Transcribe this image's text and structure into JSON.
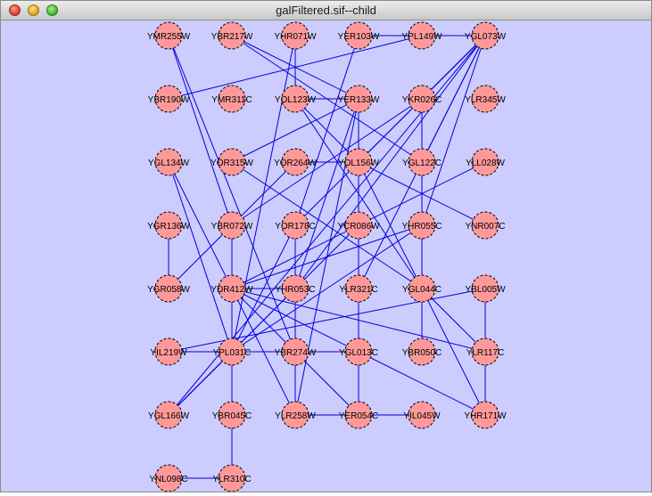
{
  "window": {
    "title": "galFiltered.sif--child",
    "controls": [
      {
        "name": "close-button",
        "icon": "close-icon",
        "color": "#e0443a"
      },
      {
        "name": "minimize-button",
        "icon": "minimize-icon",
        "color": "#e0a92a"
      },
      {
        "name": "zoom-button",
        "icon": "zoom-icon",
        "color": "#4bb63a"
      }
    ]
  },
  "colors": {
    "background": "#ccccff",
    "node_fill": "#ff9999",
    "node_stroke": "#000000",
    "edge": "#0000dd"
  },
  "network": {
    "nodes": [
      "YMR255W",
      "YBR217W",
      "YHR071W",
      "YER103W",
      "YPL149W",
      "YGL073W",
      "YBR190W",
      "YMR311C",
      "YOL123W",
      "YER133W",
      "YKR026C",
      "YLR345W",
      "YGL134W",
      "YOR315W",
      "YOR264W",
      "YOL156W",
      "YGL122C",
      "YLL028W",
      "YGR136W",
      "YBR072W",
      "YOR178C",
      "YCR086W",
      "YHR055C",
      "YNR007C",
      "YGR058W",
      "YDR412W",
      "YHR053C",
      "YLR321C",
      "YGL044C",
      "YBL005W",
      "YIL219W",
      "YPL031C",
      "YBR274W",
      "YGL013C",
      "YBR050C",
      "YLR117C",
      "YGL166W",
      "YBR045C",
      "YLR258W",
      "YER054C",
      "YIL045W",
      "YHR171W",
      "YNL098C",
      "YLR310C"
    ],
    "edges": [
      [
        "YPL149W",
        "YGL073W"
      ],
      [
        "YER103W",
        "YPL149W"
      ],
      [
        "YMR255W",
        "YBR072W"
      ],
      [
        "YMR255W",
        "YBR274W"
      ],
      [
        "YBR217W",
        "YER133W"
      ],
      [
        "YBR217W",
        "YGL122C"
      ],
      [
        "YHR071W",
        "YOL123W"
      ],
      [
        "YHR071W",
        "YPL031C"
      ],
      [
        "YER103W",
        "YOR178C"
      ],
      [
        "YPL149W",
        "YBR190W"
      ],
      [
        "YGL073W",
        "YKR026C"
      ],
      [
        "YGL073W",
        "YGL122C"
      ],
      [
        "YGL073W",
        "YHR055C"
      ],
      [
        "YGL073W",
        "YOR178C"
      ],
      [
        "YGL073W",
        "YLR321C"
      ],
      [
        "YGL073W",
        "YGL166W"
      ],
      [
        "YGL073W",
        "YOL156W"
      ],
      [
        "YGL073W",
        "YHR053C"
      ],
      [
        "YOL123W",
        "YER133W"
      ],
      [
        "YOL123W",
        "YOL156W"
      ],
      [
        "YOL123W",
        "YGL044C"
      ],
      [
        "YER133W",
        "YOR315W"
      ],
      [
        "YER133W",
        "YCR086W"
      ],
      [
        "YER133W",
        "YHR053C"
      ],
      [
        "YER133W",
        "YLR258W"
      ],
      [
        "YKR026C",
        "YGL122C"
      ],
      [
        "YKR026C",
        "YBR072W"
      ],
      [
        "YKR026C",
        "YBR050C"
      ],
      [
        "YGL134W",
        "YPL031C"
      ],
      [
        "YGL134W",
        "YDR412W"
      ],
      [
        "YOR315W",
        "YGL044C"
      ],
      [
        "YOR264W",
        "YBR072W"
      ],
      [
        "YOR264W",
        "YOL156W"
      ],
      [
        "YOL156W",
        "YHR171W"
      ],
      [
        "YOL156W",
        "YNR007C"
      ],
      [
        "YOL156W",
        "YLR321C"
      ],
      [
        "YGL122C",
        "YHR055C"
      ],
      [
        "YLL028W",
        "YDR412W"
      ],
      [
        "YGR136W",
        "YGR058W"
      ],
      [
        "YBR072W",
        "YGR058W"
      ],
      [
        "YBR072W",
        "YBR045C"
      ],
      [
        "YOR178C",
        "YPL031C"
      ],
      [
        "YOR178C",
        "YLR258W"
      ],
      [
        "YCR086W",
        "YGL166W"
      ],
      [
        "YHR055C",
        "YDR412W"
      ],
      [
        "YHR055C",
        "YPL031C"
      ],
      [
        "YDR412W",
        "YHR053C"
      ],
      [
        "YDR412W",
        "YLR117C"
      ],
      [
        "YDR412W",
        "YGL013C"
      ],
      [
        "YDR412W",
        "YER054C"
      ],
      [
        "YDR412W",
        "YLR258W"
      ],
      [
        "YHR053C",
        "YGL166W"
      ],
      [
        "YLR321C",
        "YGL013C"
      ],
      [
        "YGL044C",
        "YLR117C"
      ],
      [
        "YBL005W",
        "YLR117C"
      ],
      [
        "YBL005W",
        "YHR171W"
      ],
      [
        "YIL219W",
        "YPL031C"
      ],
      [
        "YIL219W",
        "YBL005W"
      ],
      [
        "YPL031C",
        "YGL013C"
      ],
      [
        "YPL031C",
        "YGL166W"
      ],
      [
        "YPL031C",
        "YLR310C"
      ],
      [
        "YBR274W",
        "YLR258W"
      ],
      [
        "YGL013C",
        "YER054C"
      ],
      [
        "YGL013C",
        "YHR171W"
      ],
      [
        "YLR258W",
        "YER054C"
      ],
      [
        "YER054C",
        "YIL045W"
      ],
      [
        "YNL098C",
        "YLR310C"
      ],
      [
        "YLR117C",
        "YHR171W"
      ]
    ]
  }
}
